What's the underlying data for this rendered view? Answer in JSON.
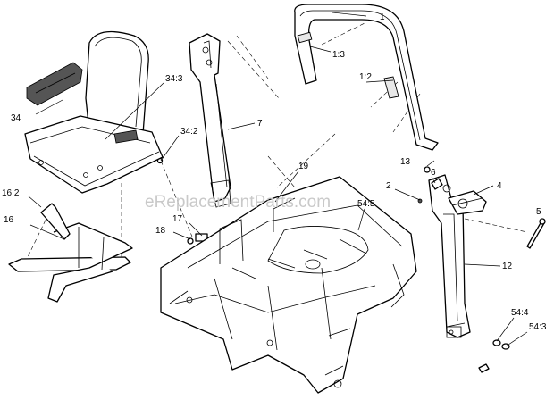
{
  "watermark": "eReplacementParts.com",
  "callouts": {
    "c1": "1",
    "c1_3": "1:3",
    "c1_2": "1:2",
    "c34_3": "34:3",
    "c34": "34",
    "c34_2": "34:2",
    "c7": "7",
    "c13": "13",
    "c6": "6",
    "c2": "2",
    "c4": "4",
    "c19": "19",
    "c54_5": "54:5",
    "c5": "5",
    "c16_2": "16:2",
    "c16": "16",
    "c17": "17",
    "c18": "18",
    "c12": "12",
    "c54_4": "54:4",
    "c54_3": "54:3"
  }
}
